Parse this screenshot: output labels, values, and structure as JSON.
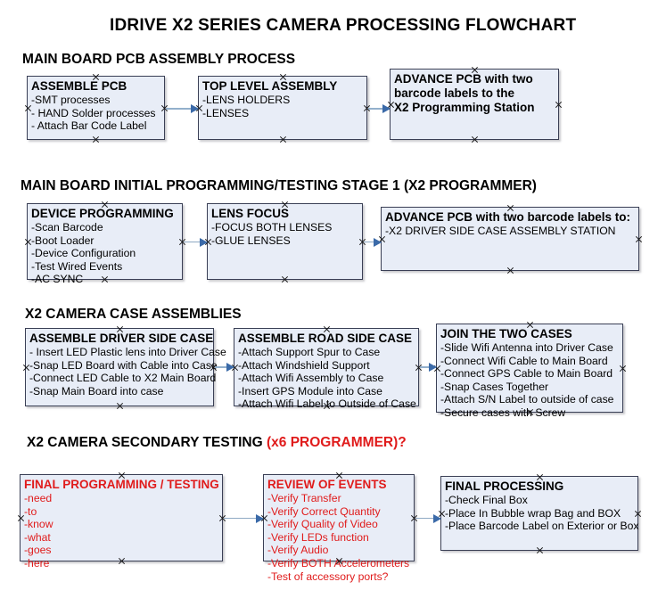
{
  "document": {
    "title": "IDRIVE X2  SERIES CAMERA PROCESSING FLOWCHART"
  },
  "colors": {
    "box_fill": "#e8edf7",
    "box_border": "#3a3f55",
    "connector": "#93b0cc",
    "arrow": "#3b6aa8",
    "red_text": "#e01b1b",
    "black_text": "#000000",
    "page_background": "#ffffff"
  },
  "sections": [
    {
      "id": "main-board-pcb-assembly",
      "heading": "MAIN BOARD PCB ASSEMBLY PROCESS",
      "heading_red_suffix": "",
      "boxes": [
        {
          "id": "assemble-pcb",
          "title": "ASSEMBLE PCB",
          "title_lines": [
            "ASSEMBLE PCB"
          ],
          "lines": [
            "-SMT processes",
            "- HAND Solder processes",
            "- Attach Bar Code Label"
          ],
          "text_color": "black"
        },
        {
          "id": "top-level-assembly",
          "title": "TOP LEVEL ASSEMBLY",
          "title_lines": [
            "TOP LEVEL ASSEMBLY"
          ],
          "lines": [
            "-LENS HOLDERS",
            "-LENSES"
          ],
          "text_color": "black"
        },
        {
          "id": "advance-pcb-to-x2-programming-station",
          "title": "ADVANCE PCB with two barcode labels to the  X2 Programming Station",
          "title_lines": [
            "ADVANCE PCB with two",
            "barcode labels to the",
            " X2 Programming Station"
          ],
          "lines": [],
          "text_color": "black"
        }
      ]
    },
    {
      "id": "main-board-initial-programming",
      "heading": "MAIN BOARD INITIAL PROGRAMMING/TESTING STAGE 1 (X2 PROGRAMMER)",
      "heading_red_suffix": "",
      "boxes": [
        {
          "id": "device-programming",
          "title": "DEVICE PROGRAMMING",
          "title_lines": [
            "DEVICE PROGRAMMING"
          ],
          "lines": [
            "-Scan Barcode",
            "-Boot Loader",
            "-Device Configuration",
            "-Test Wired Events",
            "-AC SYNC"
          ],
          "text_color": "black"
        },
        {
          "id": "lens-focus",
          "title": "LENS FOCUS",
          "title_lines": [
            "LENS FOCUS"
          ],
          "lines": [
            "-FOCUS BOTH LENSES",
            "-GLUE LENSES"
          ],
          "text_color": "black"
        },
        {
          "id": "advance-pcb-to-driver-side-case-station",
          "title": "ADVANCE PCB with two barcode labels to:",
          "title_lines": [
            "ADVANCE PCB with two barcode labels to:"
          ],
          "lines": [
            "-X2 DRIVER  SIDE  CASE  ASSEMBLY STATION"
          ],
          "text_color": "black"
        }
      ]
    },
    {
      "id": "x2-camera-case-assemblies",
      "heading": "X2 CAMERA CASE ASSEMBLIES",
      "heading_red_suffix": "",
      "boxes": [
        {
          "id": "assemble-driver-side-case",
          "title": "ASSEMBLE DRIVER SIDE CASE",
          "title_lines": [
            "ASSEMBLE DRIVER SIDE CASE"
          ],
          "lines": [
            "- Insert LED Plastic lens into Driver Case",
            "-Snap LED Board with Cable into Case",
            "-Connect LED Cable to X2 Main Board",
            "-Snap Main Board into case"
          ],
          "text_color": "black"
        },
        {
          "id": "assemble-road-side-case",
          "title": "ASSEMBLE ROAD SIDE CASE",
          "title_lines": [
            "ASSEMBLE ROAD SIDE CASE"
          ],
          "lines": [
            "-Attach Support Spur to Case",
            "-Attach Windshield Support",
            "-Attach Wifi Assembly to Case",
            "-Insert GPS Module into Case",
            "-Attach Wifi Label to Outside of Case"
          ],
          "text_color": "black"
        },
        {
          "id": "join-the-two-cases",
          "title": "JOIN THE TWO CASES",
          "title_lines": [
            "JOIN THE TWO CASES"
          ],
          "lines": [
            "-Slide Wifi Antenna into Driver Case",
            "-Connect Wifi Cable to Main Board",
            "-Connect GPS Cable to Main Board",
            "-Snap Cases Together",
            "-Attach S/N Label to outside of case",
            "-Secure cases with Screw"
          ],
          "text_color": "black"
        }
      ]
    },
    {
      "id": "x2-camera-secondary-testing",
      "heading": "X2 CAMERA SECONDARY TESTING  ",
      "heading_red_suffix": "(x6 PROGRAMMER)?",
      "boxes": [
        {
          "id": "final-programming-testing",
          "title": "FINAL PROGRAMMING / TESTING",
          "title_lines": [
            "FINAL PROGRAMMING / TESTING"
          ],
          "lines": [
            "-need",
            "-to",
            "-know",
            "-what",
            "-goes",
            "-here"
          ],
          "text_color": "red"
        },
        {
          "id": "review-of-events",
          "title": "REVIEW OF EVENTS",
          "title_lines": [
            "REVIEW OF EVENTS"
          ],
          "lines": [
            "-Verify Transfer",
            "-Verify Correct Quantity",
            "-Verify Quality of Video",
            "-Verify LEDs function",
            "-Verify Audio",
            "-Verify BOTH Accelerometers",
            "-Test of accessory ports?"
          ],
          "text_color": "red"
        },
        {
          "id": "final-processing",
          "title": "FINAL PROCESSING",
          "title_lines": [
            "FINAL PROCESSING"
          ],
          "lines": [
            " -Check Final Box",
            "-Place In Bubble wrap Bag and BOX",
            "-Place Barcode Label on Exterior or Box"
          ],
          "text_color": "black"
        }
      ]
    }
  ],
  "connectors": [
    {
      "id": "conn-assemble-pcb-to-top-level",
      "from": "assemble-pcb",
      "to": "top-level-assembly"
    },
    {
      "id": "conn-top-level-to-advance-pcb",
      "from": "top-level-assembly",
      "to": "advance-pcb-to-x2-programming-station"
    },
    {
      "id": "conn-device-programming-to-lens-focus",
      "from": "device-programming",
      "to": "lens-focus"
    },
    {
      "id": "conn-lens-focus-to-advance-pcb-2",
      "from": "lens-focus",
      "to": "advance-pcb-to-driver-side-case-station"
    },
    {
      "id": "conn-driver-case-to-road-case",
      "from": "assemble-driver-side-case",
      "to": "assemble-road-side-case"
    },
    {
      "id": "conn-road-case-to-join-cases",
      "from": "assemble-road-side-case",
      "to": "join-the-two-cases"
    },
    {
      "id": "conn-final-programming-to-review",
      "from": "final-programming-testing",
      "to": "review-of-events"
    },
    {
      "id": "conn-review-to-final-processing",
      "from": "review-of-events",
      "to": "final-processing"
    }
  ]
}
